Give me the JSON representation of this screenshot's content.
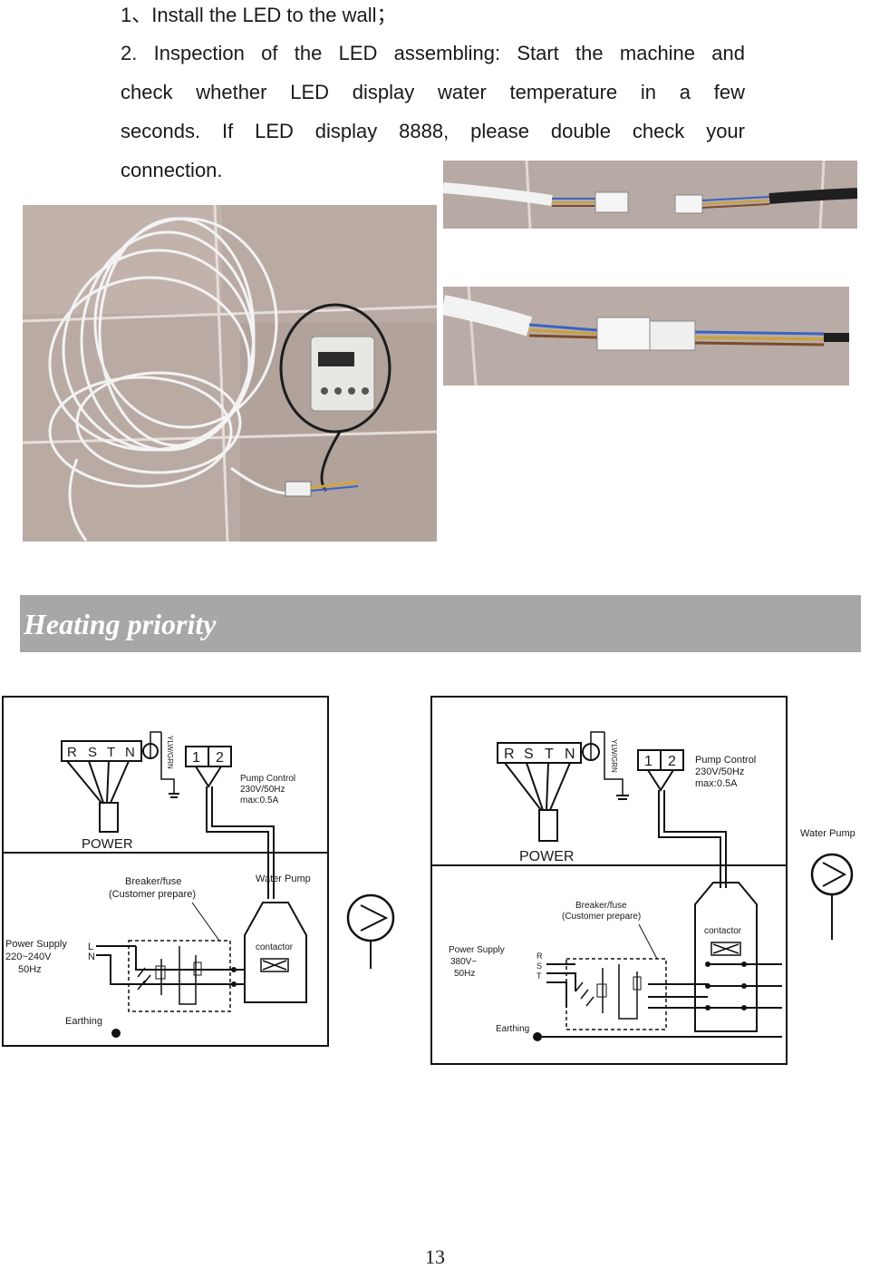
{
  "instructions": {
    "step1": "1、Install the LED to the wall；",
    "step2_line1": "2. Inspection of the LED assembling:   Start the machine and",
    "step2_line2": "check whether LED display water temperature in a few",
    "step2_line3": "seconds. If LED display 8888, please double check your",
    "step2_line4": "connection."
  },
  "section_title": "Heating priority",
  "diagram_single_phase": {
    "terminals": [
      "R",
      "S",
      "T",
      "N"
    ],
    "earth_wire": "YLW/GRN",
    "pump_terminals": [
      "1",
      "2"
    ],
    "pump_control": [
      "Pump Control",
      "230V/50Hz",
      "max:0.5A"
    ],
    "power": "POWER",
    "breaker": [
      "Breaker/fuse",
      "(Customer prepare)"
    ],
    "water_pump": "Water Pump",
    "supply": [
      "Power Supply",
      "220~240V",
      "50Hz"
    ],
    "line_labels": [
      "L",
      "N"
    ],
    "contactor": "contactor",
    "earthing": "Earthing"
  },
  "diagram_three_phase": {
    "terminals": [
      "R",
      "S",
      "T",
      "N"
    ],
    "earth_wire": "YLW/GRN",
    "pump_terminals": [
      "1",
      "2"
    ],
    "pump_control": [
      "Pump Control",
      "230V/50Hz",
      "max:0.5A"
    ],
    "power": "POWER",
    "breaker": [
      "Breaker/fuse",
      "(Customer prepare)"
    ],
    "water_pump": "Water Pump",
    "supply": [
      "Power Supply",
      "380V~",
      "50Hz"
    ],
    "line_labels": [
      "R",
      "S",
      "T"
    ],
    "contactor": "contactor",
    "earthing": "Earthing"
  },
  "page_number": "13"
}
